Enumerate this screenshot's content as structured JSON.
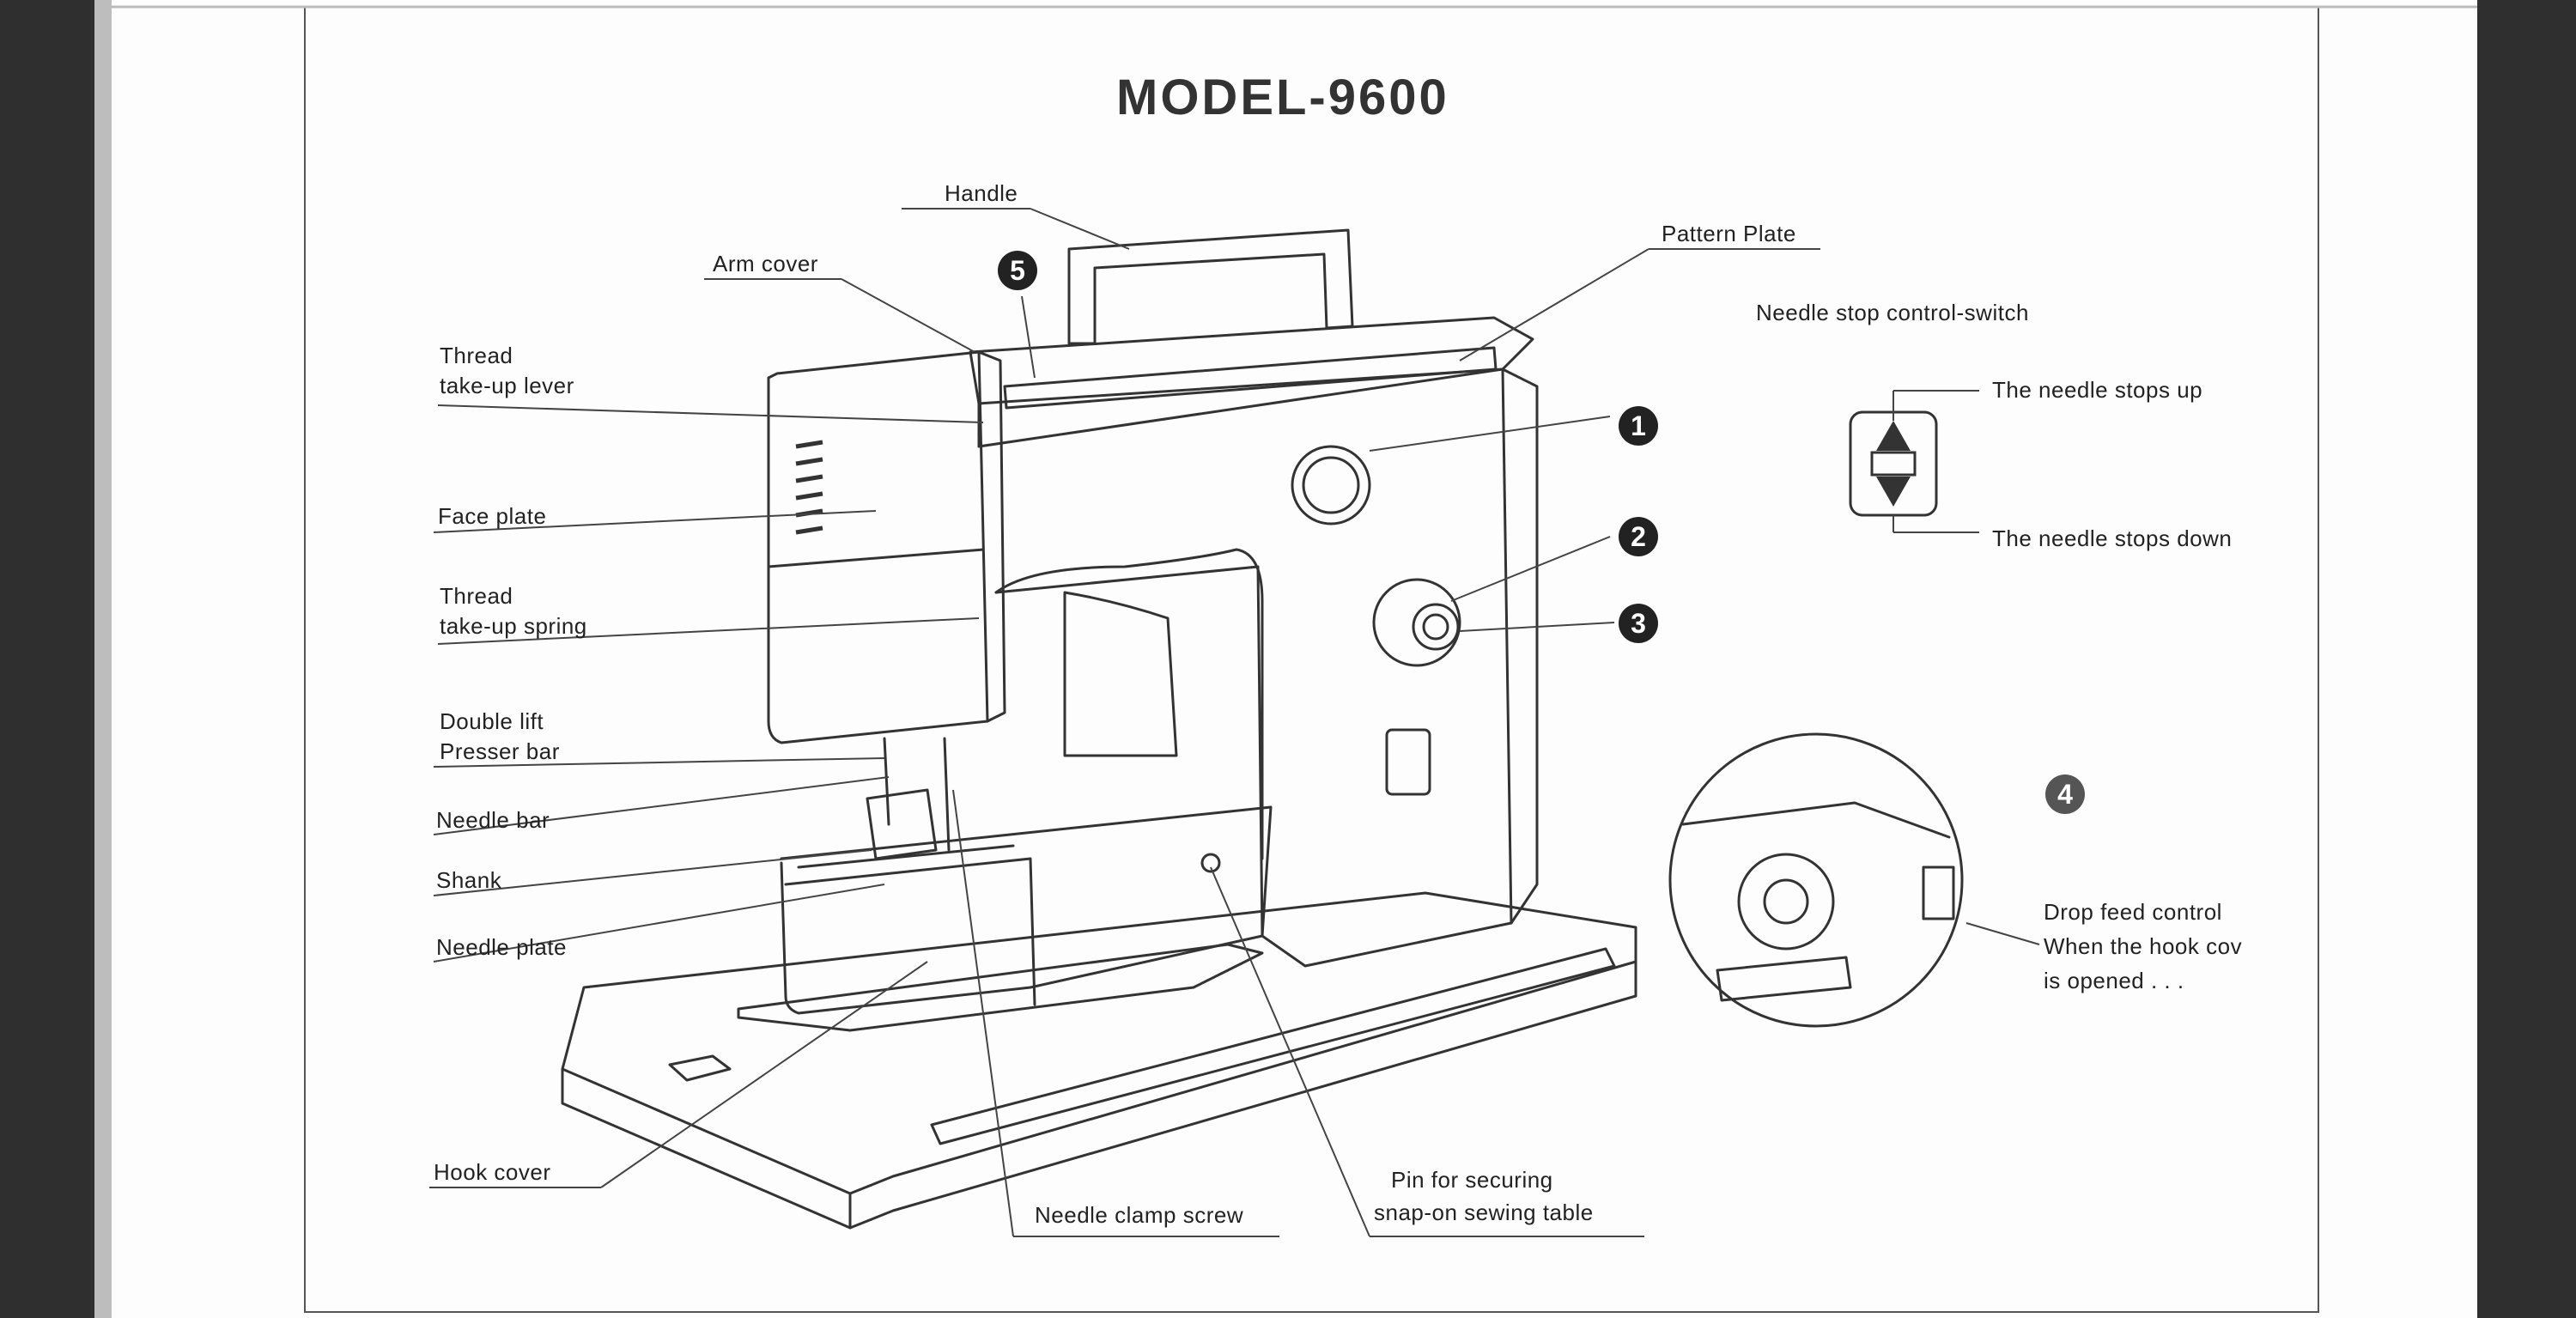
{
  "title": "MODEL-9600",
  "labels": {
    "handle": "Handle",
    "arm_cover": "Arm cover",
    "pattern_plate": "Pattern Plate",
    "thread_takeup_lever_1": "Thread",
    "thread_takeup_lever_2": "take-up lever",
    "face_plate": "Face plate",
    "thread_takeup_spring_1": "Thread",
    "thread_takeup_spring_2": "take-up spring",
    "double_lift_1": "Double lift",
    "double_lift_2": "Presser bar",
    "needle_bar": "Needle bar",
    "shank": "Shank",
    "needle_plate": "Needle plate",
    "hook_cover": "Hook cover",
    "needle_clamp_screw": "Needle clamp screw",
    "pin_1": "Pin for securing",
    "pin_2": "snap-on sewing table",
    "needle_stop_switch": "Needle stop control-switch",
    "needle_stops_up": "The needle stops up",
    "needle_stops_down": "The needle stops down",
    "drop_feed_1": "Drop feed control",
    "drop_feed_2": "When the hook cov",
    "drop_feed_3": "is opened . . ."
  },
  "markers": {
    "m1": "1",
    "m2": "2",
    "m3": "3",
    "m4": "4",
    "m5": "5"
  }
}
